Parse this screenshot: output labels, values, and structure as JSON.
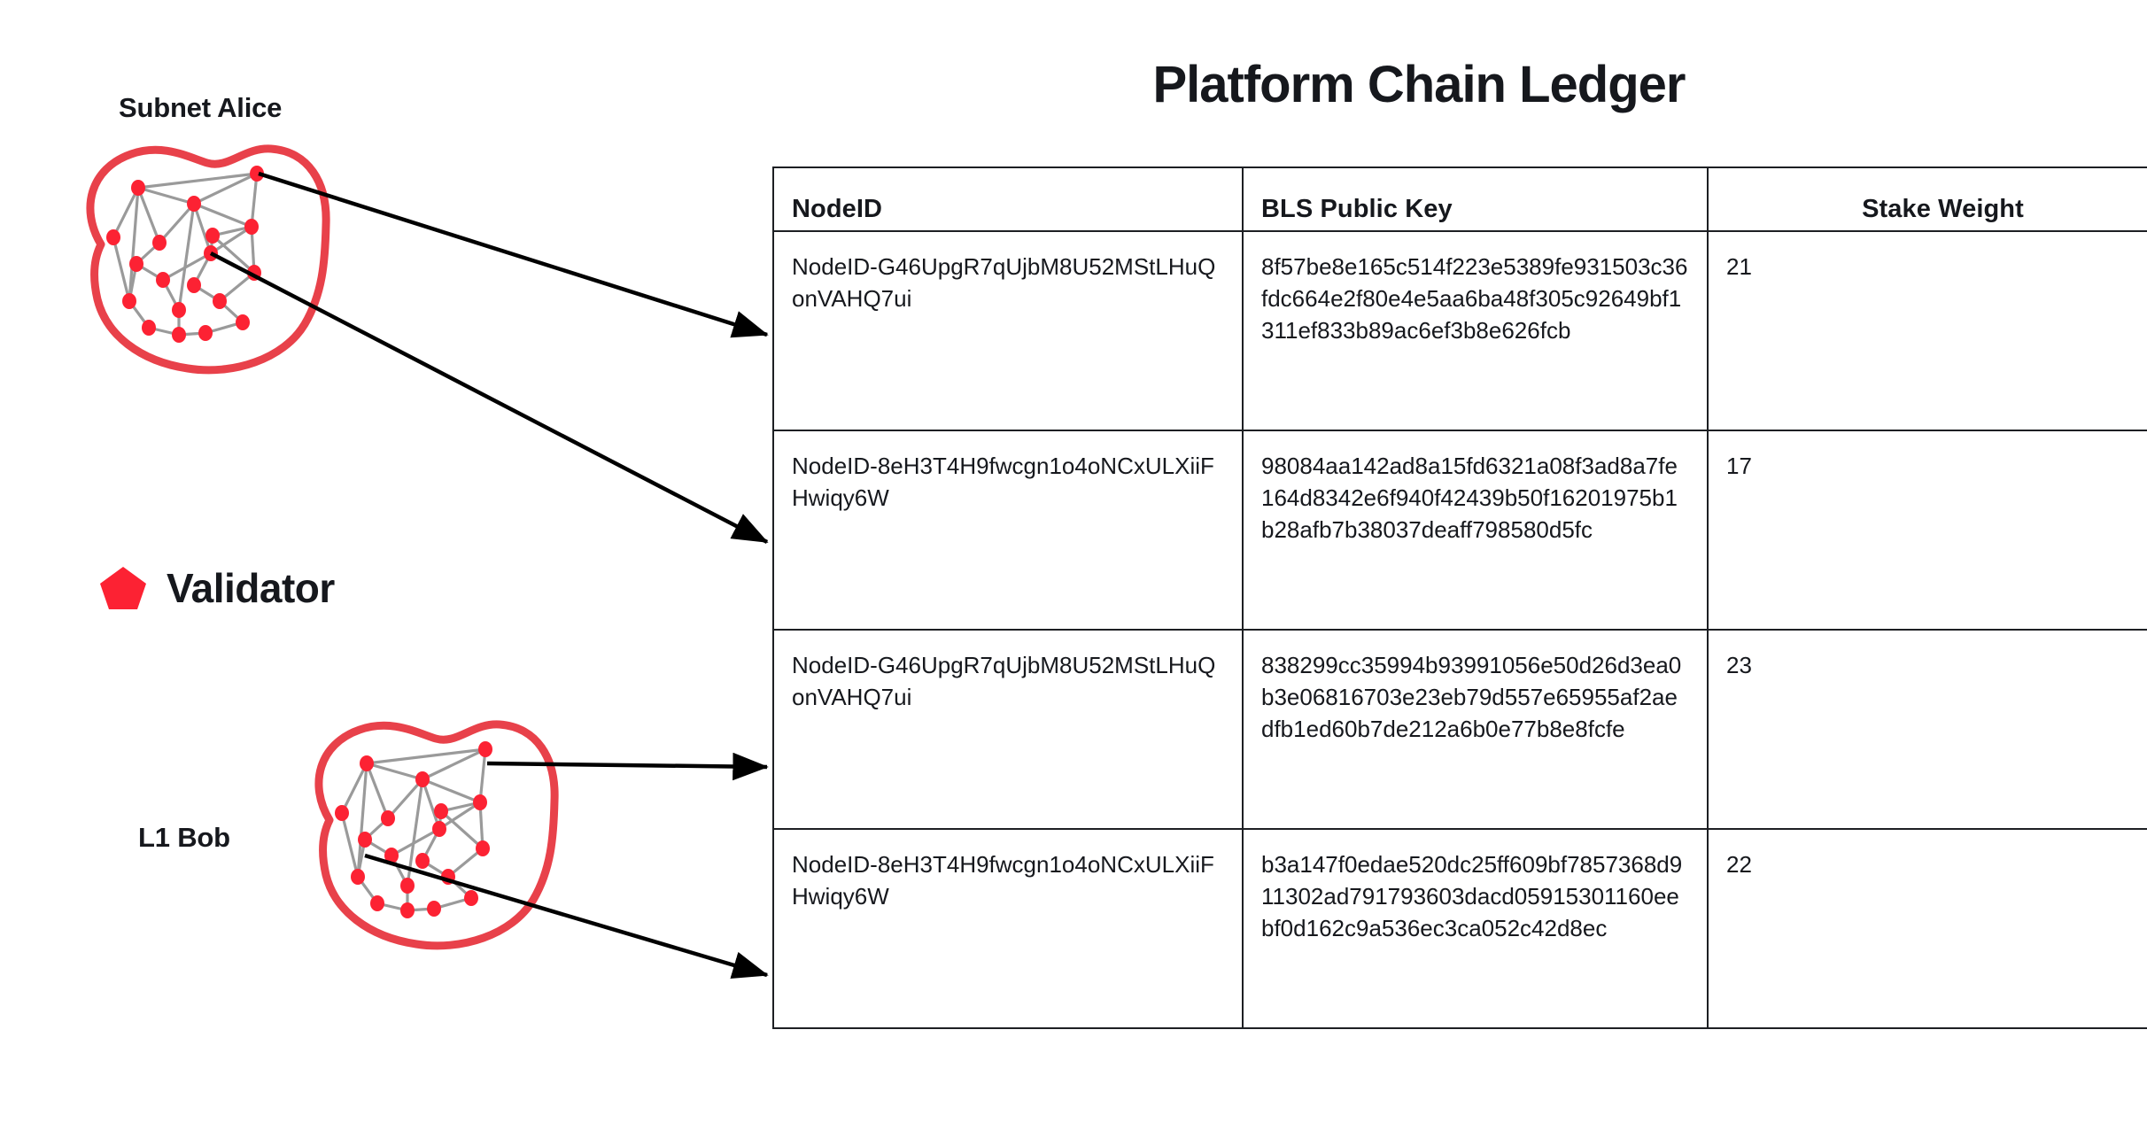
{
  "diagram": {
    "subnet_alice": {
      "label": "Subnet Alice",
      "node_icon": "validator-node-dot",
      "outline_color": "#E8414A",
      "node_color": "#FC2233",
      "edge_color": "#9a9a9a"
    },
    "l1_bob": {
      "label": "L1 Bob",
      "node_icon": "validator-node-dot",
      "outline_color": "#E8414A",
      "node_color": "#FC2233",
      "edge_color": "#9a9a9a"
    },
    "legend": {
      "shape_icon": "pentagon-icon",
      "shape_color": "#FC2233",
      "label": "Validator"
    },
    "arrow_color": "#000000",
    "arrow_count": 4
  },
  "ledger": {
    "title": "Platform Chain Ledger",
    "columns": [
      {
        "key": "nodeid",
        "label": "NodeID"
      },
      {
        "key": "bls",
        "label": "BLS Public Key"
      },
      {
        "key": "stake",
        "label": "Stake Weight"
      }
    ],
    "rows": [
      {
        "nodeid": "NodeID-G46UpgR7qUjbM8U52MStLHuQonVAHQ7ui",
        "bls": "8f57be8e165c514f223e5389fe931503c36fdc664e2f80e4e5aa6ba48f305c92649bf1311ef833b89ac6ef3b8e626fcb",
        "stake": "21"
      },
      {
        "nodeid": "NodeID-8eH3T4H9fwcgn1o4oNCxULXiiFHwiqy6W",
        "bls": "98084aa142ad8a15fd6321a08f3ad8a7fe164d8342e6f940f42439b50f16201975b1b28afb7b38037deaff798580d5fc",
        "stake": "17"
      },
      {
        "nodeid": "NodeID-G46UpgR7qUjbM8U52MStLHuQonVAHQ7ui",
        "bls": "838299cc35994b93991056e50d26d3ea0b3e06816703e23eb79d557e65955af2aedfb1ed60b7de212a6b0e77b8e8fcfe",
        "stake": "23"
      },
      {
        "nodeid": "NodeID-8eH3T4H9fwcgn1o4oNCxULXiiFHwiqy6W",
        "bls": "b3a147f0edae520dc25ff609bf7857368d911302ad791793603dacd05915301160eebf0d162c9a536ec3ca052c42d8ec",
        "stake": "22"
      }
    ]
  }
}
